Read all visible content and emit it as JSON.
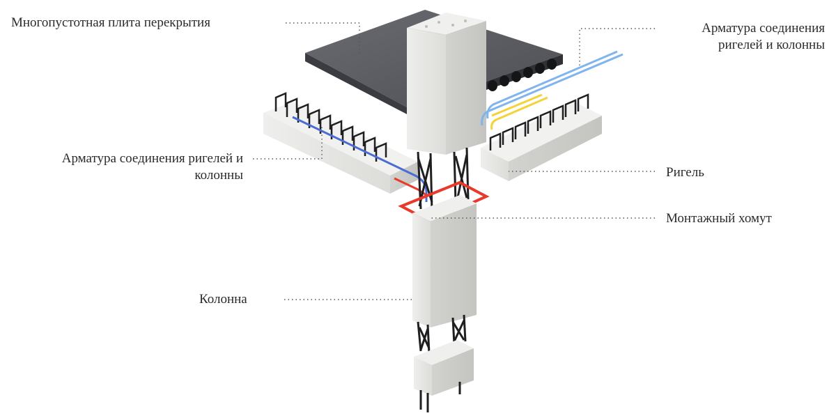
{
  "labels": {
    "slab": "Многопустотная плита перекрытия",
    "rebar_top_line1": "Арматура соединения",
    "rebar_top_line2": "ригелей и колонны",
    "rebar_left_line1": "Арматура соединения ригелей и",
    "rebar_left_line2": "колонны",
    "girder": "Ригель",
    "clamp": "Монтажный хомут",
    "column": "Колонна"
  },
  "colors": {
    "text": "#2b2b2b",
    "concrete": "#e4e4e2",
    "concrete_shade": "#cfcfcc",
    "slab_top": "#5b5d63",
    "slab_side": "#34363b",
    "rebar": "#1f1f22",
    "clamp": "#e8392b",
    "rebar_blue": "#4a6cd4",
    "rebar_light_blue": "#7fb4ee",
    "rebar_yellow": "#f2d43a",
    "leader": "#555555"
  }
}
